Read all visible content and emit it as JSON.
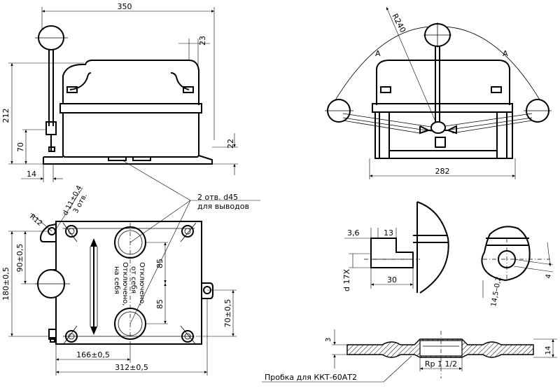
{
  "front_view": {
    "dim_width": "350",
    "dim_height": "212",
    "dim_axis": "70",
    "dim_foot": "14",
    "dim_top_offset": "23",
    "dim_base": "22"
  },
  "side_view": {
    "dim_radius": "R240",
    "dim_width": "282",
    "angle_mark_left": "A",
    "angle_mark_right": "A"
  },
  "plan_view": {
    "note_holes_line1": "2 отв. d45",
    "note_holes_line2": "для выводов",
    "dim_mount_holes_line1": "d 11±0,4",
    "dim_mount_holes_line2": "3 отв.",
    "dim_r12": "R12",
    "dim_180": "180±0,5",
    "dim_90": "90±0,5",
    "dim_70": "70±0,5",
    "dim_85_top": "85",
    "dim_85_bottom": "85",
    "dim_166": "166±0,5",
    "dim_312": "312±0,5",
    "label_line1": "Отключено,",
    "label_line2": "от себя",
    "label_line3": "Отключено,",
    "label_line4": "на себя"
  },
  "detail_shaft": {
    "dim_36": "3,6",
    "dim_13": "13",
    "dim_17": "d 17X",
    "dim_30": "30"
  },
  "detail_key": {
    "dim_4": "4",
    "dim_145": "14,5–0,2"
  },
  "detail_plug": {
    "dim_3": "3",
    "dim_14": "14",
    "thread": "Rp 1 1/2",
    "caption": "Пробка для ККТ-60АТ2"
  }
}
